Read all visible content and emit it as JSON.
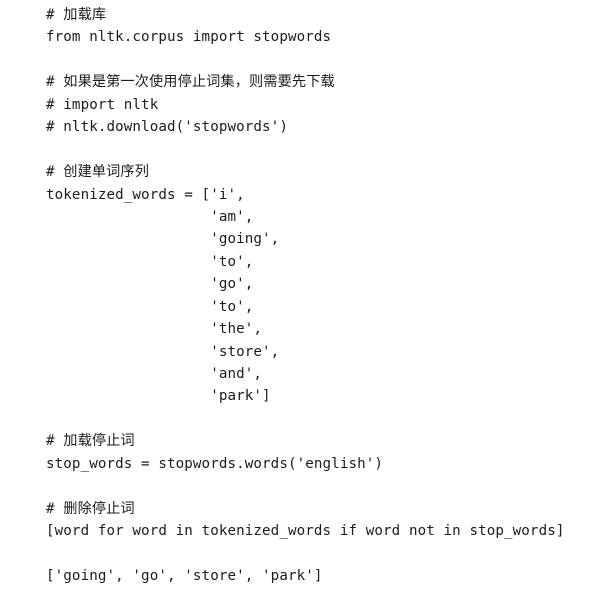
{
  "code": {
    "lines": [
      "# 加载库",
      "from nltk.corpus import stopwords",
      "",
      "# 如果是第一次使用停止词集，则需要先下载",
      "# import nltk",
      "# nltk.download('stopwords')",
      "",
      "# 创建单词序列",
      "tokenized_words = ['i',",
      "                   'am',",
      "                   'going',",
      "                   'to',",
      "                   'go',",
      "                   'to',",
      "                   'the',",
      "                   'store',",
      "                   'and',",
      "                   'park']",
      "",
      "# 加载停止词",
      "stop_words = stopwords.words('english')",
      "",
      "# 删除停止词",
      "[word for word in tokenized_words if word not in stop_words]",
      "",
      "['going', 'go', 'store', 'park']"
    ]
  }
}
